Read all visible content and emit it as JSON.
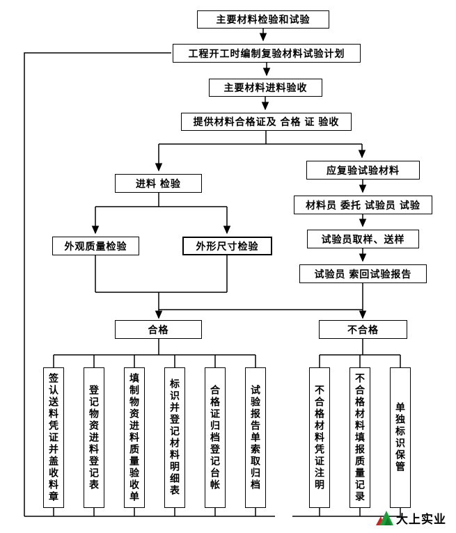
{
  "flow": {
    "n1": "主要材料检验和试验",
    "n2": "工程开工时编制复验材料试验计划",
    "n3": "主要材料进料验收",
    "n4": "提供材料合格证及 合格 证 验收",
    "left": {
      "inspect": "进料 检验",
      "appearance": "外观质量检验",
      "dimension": "外形尺寸检验"
    },
    "right": {
      "reinspect": "应复验试验材料",
      "entrust": "材料员 委托 试验员 试验",
      "sampling": "试验员取样、送样",
      "report": "试验员 索回试验报告"
    },
    "qualified": "合格",
    "unqualified": "不合格",
    "qualified_steps": [
      "签认送料凭证并盖收料章",
      "登记物资进料登记表",
      "填制物资进料质量验收单",
      "标识并登记材料明细表",
      "合格证归档登记台帐",
      "试验报告单索取归档"
    ],
    "unqualified_steps": [
      "不合格材料凭证注明",
      "不合格材料填报质量记录",
      "单独标识保管"
    ]
  },
  "logo": {
    "text": "大上实业",
    "green": "#1d9e3a",
    "dark_green": "#147a2c",
    "red": "#d02020"
  }
}
